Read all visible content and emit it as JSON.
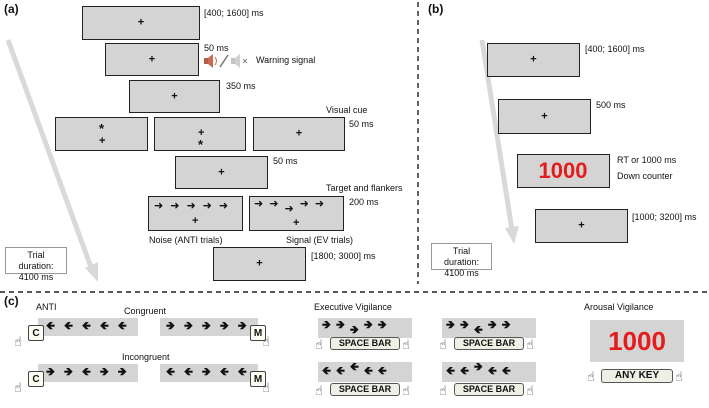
{
  "panels": {
    "a": "(a)",
    "b": "(b)",
    "c": "(c)"
  },
  "a": {
    "t1": "[400; 1600] ms",
    "t2": "50 ms",
    "warning": "Warning signal",
    "t3": "350 ms",
    "visual_cue": "Visual cue",
    "t4": "50 ms",
    "t5": "50 ms",
    "target_flankers": "Target and flankers",
    "t6": "200 ms",
    "noise": "Noise (ANTI trials)",
    "signal": "Signal (EV trials)",
    "t7": "[1800; 3000] ms",
    "duration_line1": "Trial duration:",
    "duration_line2": "4100 ms",
    "fixation": "+",
    "cue_star": "*"
  },
  "b": {
    "t1": "[400; 1600] ms",
    "t2": "500 ms",
    "rt_line1": "RT or 1000 ms",
    "rt_line2": "Down counter",
    "counter": "1000",
    "t4": "[1000; 3200] ms",
    "duration_line1": "Trial duration:",
    "duration_line2": "4100 ms"
  },
  "c": {
    "anti": "ANTI",
    "congruent": "Congruent",
    "incongruent": "Incongruent",
    "key_c": "C",
    "key_m": "M",
    "exec": "Executive Vigilance",
    "space": "SPACE BAR",
    "arousal": "Arousal Vigilance",
    "counter": "1000",
    "any_key": "ANY KEY"
  },
  "colors": {
    "screen": "#d4d4d4",
    "counter_red": "#e41c1c",
    "guide_arrow": "#d9d9d9"
  },
  "icons": [
    "speaker-icon",
    "mute-speaker-icon",
    "hand-pointer-icon",
    "right-arrow-icon",
    "left-arrow-icon"
  ]
}
